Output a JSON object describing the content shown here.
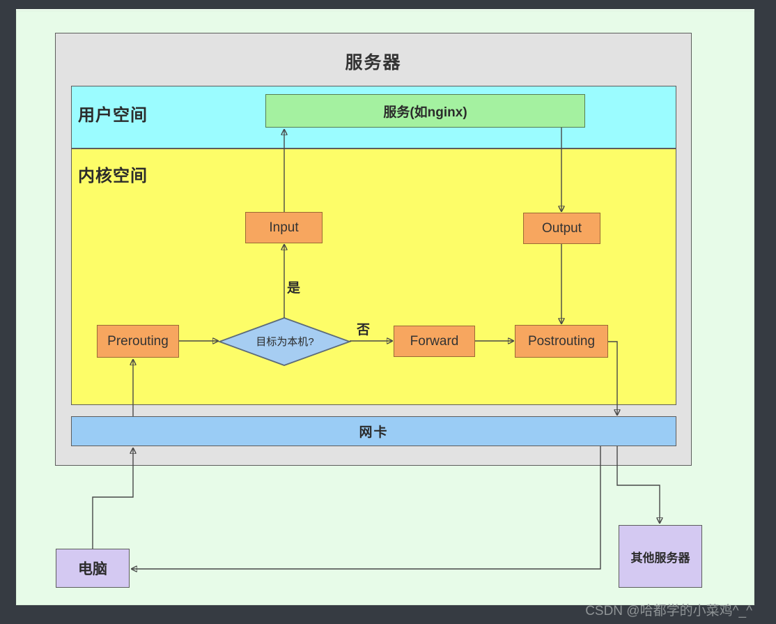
{
  "diagram": {
    "server_title": "服务器",
    "user_space": {
      "label": "用户空间",
      "service_label": "服务(如nginx)"
    },
    "kernel_space": {
      "label": "内核空间",
      "nodes": {
        "input": "Input",
        "output": "Output",
        "prerouting": "Prerouting",
        "forward": "Forward",
        "postrouting": "Postrouting",
        "decision": "目标为本机?"
      },
      "edge_labels": {
        "yes": "是",
        "no": "否"
      }
    },
    "nic_label": "网卡",
    "external": {
      "computer": "电脑",
      "other_server": "其他服务器"
    },
    "watermark": "CSDN @哈都学的小菜鸡^_^",
    "colors": {
      "background": "#363b42",
      "outer_panel": "#e7fbe8",
      "server_box": "#e2e2e2",
      "user_space": "#9bfcff",
      "kernel_space": "#fdfd68",
      "service_box": "#a4f1a0",
      "chain_node": "#f7a65f",
      "decision_diamond": "#a6cdf2",
      "nic_bar": "#9accf5",
      "external_box": "#d4c9f2"
    }
  }
}
